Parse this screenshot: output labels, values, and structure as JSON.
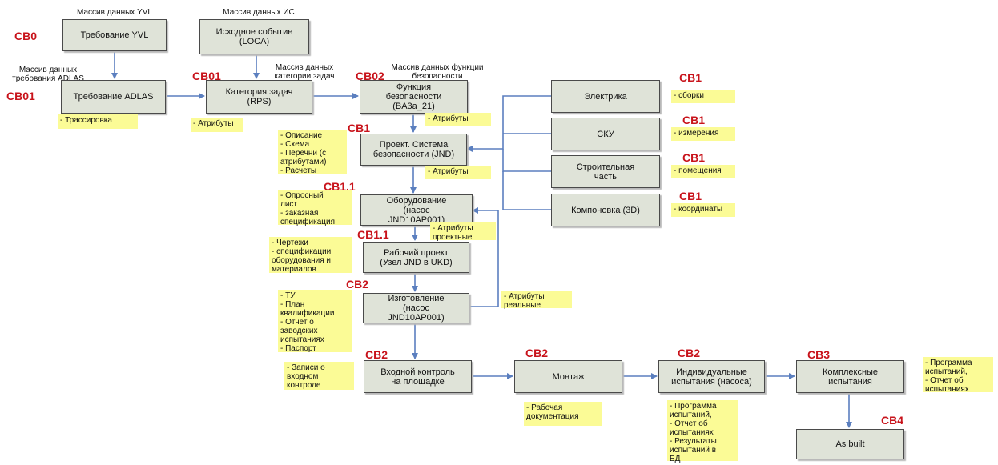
{
  "colors": {
    "box_fill": "#dfe3d8",
    "note_fill": "#fbfb96",
    "code_red": "#c8131b",
    "arrow": "#5b7fbf"
  },
  "boxes": {
    "req_yvl": "Требование YVL",
    "initial_event": "Исходное событие\n(LOCA)",
    "req_adlas": "Требование ADLAS",
    "task_category": "Категория задач\n(RPS)",
    "safety_function": "Функция\nбезопасности\n(BA3a_21)",
    "electrical": "Электрика",
    "i_and_c": "СКУ",
    "construction": "Строительная\nчасть",
    "layout_3d": "Компоновка (3D)",
    "safety_system": "Проект. Система\nбезопасности (JND)",
    "equipment": "Оборудование\n(насос\nJND10AP001)",
    "work_design": "Рабочий проект\n(Узел JND в UKD)",
    "manufacturing": "Изготовление\n(насос\nJND10AP001)",
    "incoming_control": "Входной контроль\nна площадке",
    "installation": "Монтаж",
    "individual_tests": "Индивидуальные\nиспытания (насоса)",
    "complex_tests": "Комплексные\nиспытания",
    "as_built": "As built"
  },
  "codes": {
    "yvl": "CB0",
    "adlas": "CB01",
    "task_category": "CB01",
    "safety_function": "CB02",
    "electrical": "CB1",
    "i_and_c": "CB1",
    "construction": "CB1",
    "layout_3d": "CB1",
    "safety_system": "CB1",
    "equipment": "CB1.1",
    "work_design": "CB1.1",
    "manufacturing": "CB2",
    "incoming_control": "CB2",
    "installation": "CB2",
    "individual_tests": "CB2",
    "complex_tests": "CB3",
    "as_built": "CB4"
  },
  "captions": {
    "yvl_data": "Массив данных YVL",
    "is_data": "Массив данных ИС",
    "adlas_data": "Массив данных\nтребования ADLAS",
    "task_category_data": "Массив данных\nкатегории задач",
    "safety_function_data": "Массив данных функции\nбезопасности"
  },
  "notes": {
    "tracing": "- Трассировка",
    "attrs_task": "- Атрибуты",
    "attrs_function": "- Атрибуты",
    "assemblies": "- сборки",
    "measurements": "- измерения",
    "rooms": "- помещения",
    "coordinates": "- координаты",
    "design_docs": "- Описание\n- Схема\n- Перечни (с\nатрибутами)\n- Расчеты",
    "attrs_system": "- Атрибуты",
    "questionnaire": "- Опросный\nлист\n- заказная\nспецификация",
    "design_attrs": "- Атрибуты\nпроектные",
    "drawings": "- Чертежи\n- спецификации\nоборудования и\nматериалов",
    "tu": "- ТУ\n- План\nквалификации\n- Отчет о\nзаводских\nиспытаниях\n- Паспорт",
    "real_attrs": "- Атрибуты\nреальные",
    "incoming_records": "- Записи о\nвходном\nконтроле",
    "working_docs": "- Рабочая\nдокументация",
    "test_program": "- Программа\nиспытаний,\n- Отчет об\nиспытаниях\n- Результаты\nиспытаний в\nБД",
    "complex_program": "- Программа\nиспытаний,\n- Отчет об\nиспытаниях"
  }
}
